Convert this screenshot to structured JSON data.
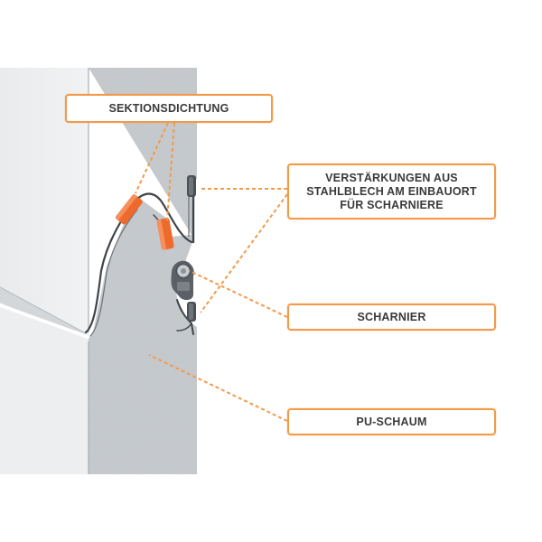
{
  "labels": {
    "section_seal": "SEKTIONSDICHTUNG",
    "reinforcement_line1": "VERSTÄRKUNGEN AUS",
    "reinforcement_line2": "STAHLBLECH AM EINBAUORT",
    "reinforcement_line3": "FÜR SCHARNIERE",
    "hinge": "SCHARNIER",
    "pu_foam": "PU-SCHAUM"
  },
  "colors": {
    "accent": "#f29a4a",
    "seal": "#ee6a2c",
    "foam": "#c6cacd",
    "panel_face": "#ebedee",
    "steel": "#3f4449",
    "text": "#3a3a3a"
  }
}
